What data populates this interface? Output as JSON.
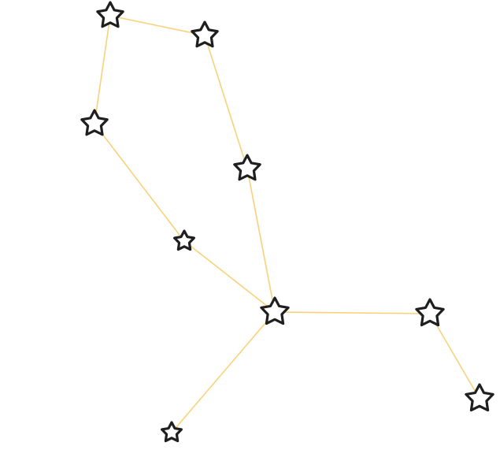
{
  "diagram": {
    "kind": "constellation",
    "node_icon": "star-icon",
    "colors": {
      "background": "#ffffff",
      "line": "#f7d27a",
      "star_outline": "#1f1f1f",
      "star_fill": "#ffffff"
    },
    "stars": [
      {
        "id": "s1"
      },
      {
        "id": "s2"
      },
      {
        "id": "s3"
      },
      {
        "id": "s4"
      },
      {
        "id": "s5"
      },
      {
        "id": "s6"
      },
      {
        "id": "s7"
      },
      {
        "id": "s8"
      },
      {
        "id": "s9"
      },
      {
        "id": "s10"
      }
    ],
    "links": [
      [
        "s1",
        "s2"
      ],
      [
        "s1",
        "s3"
      ],
      [
        "s2",
        "s4"
      ],
      [
        "s3",
        "s5"
      ],
      [
        "s4",
        "s6"
      ],
      [
        "s5",
        "s6"
      ],
      [
        "s6",
        "s7"
      ],
      [
        "s6",
        "s8"
      ],
      [
        "s7",
        "s9"
      ]
    ]
  }
}
